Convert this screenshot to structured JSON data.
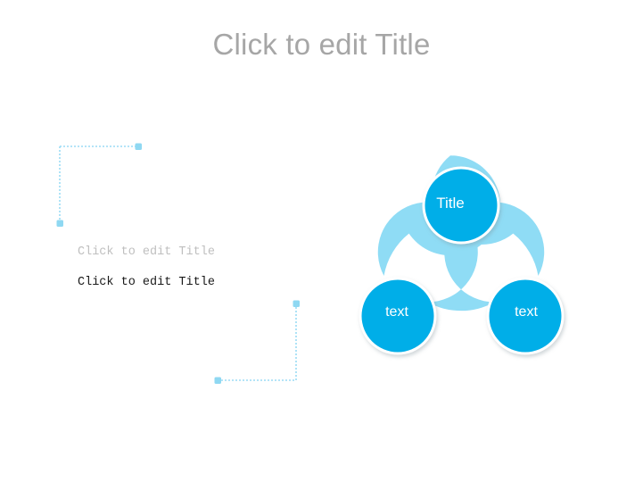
{
  "slide": {
    "title": "Click to edit Title",
    "background_color": "#FFFFFF"
  },
  "body": {
    "line_muted": "Click to edit Title",
    "line_strong": "Click to edit Title"
  },
  "decorations": {
    "bracket_color": "#9BDCF5",
    "top_bracket": "dotted-corner-top-left",
    "bottom_bracket": "dotted-corner-bottom-right"
  },
  "diagram": {
    "type": "three-node-spinner",
    "band_color": "#8FDCF5",
    "node_color": "#00AEE8",
    "ring_color": "#FFFFFF",
    "label_color": "#FFFFFF",
    "nodes": [
      {
        "id": "top",
        "label": "Title"
      },
      {
        "id": "bottom-left",
        "label": "text"
      },
      {
        "id": "bottom-right",
        "label": "text"
      }
    ]
  }
}
